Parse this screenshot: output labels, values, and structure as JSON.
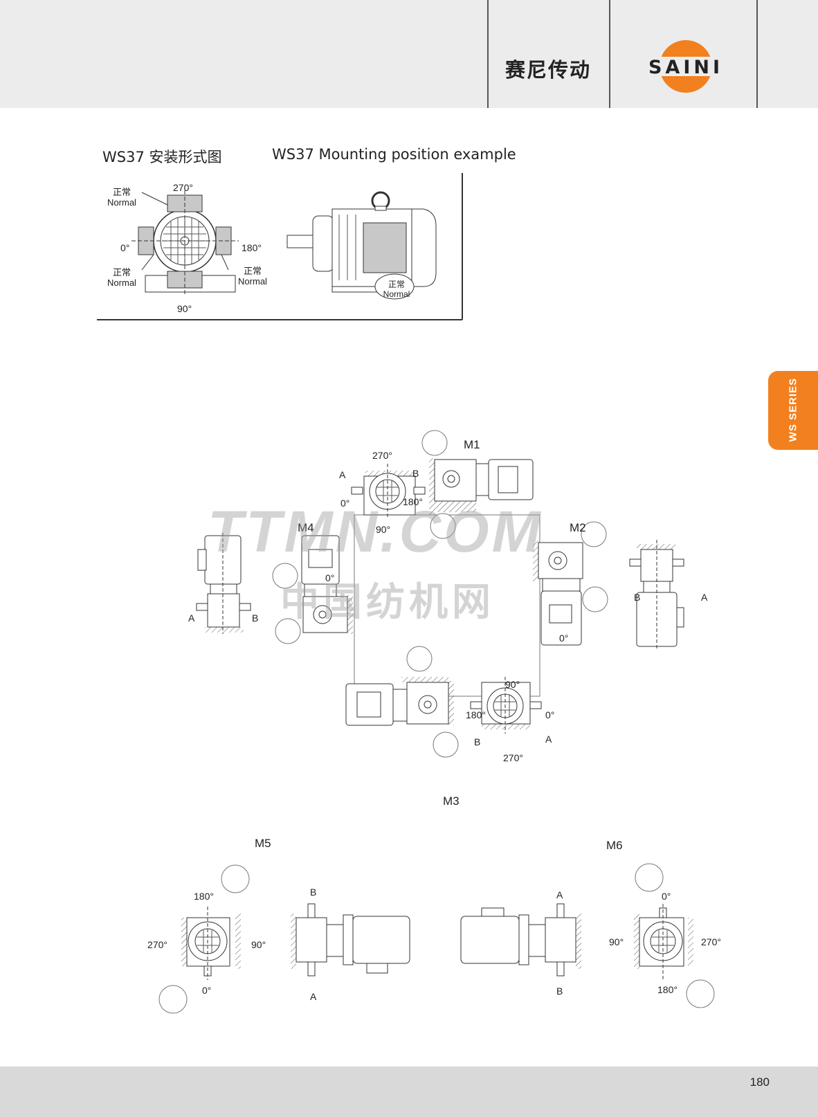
{
  "header": {
    "brand_cn": "赛尼传动",
    "logo_text": "SAINI",
    "accent_color": "#f2801f"
  },
  "side_tab": {
    "label": "WS SERIES"
  },
  "section": {
    "title_cn": "WS37 安装形式图",
    "title_en": "WS37 Mounting position example"
  },
  "example": {
    "top_angle": "270°",
    "left_angle": "0°",
    "right_angle": "180°",
    "bottom_angle": "90°",
    "normal_cn": "正常",
    "normal_en": "Normal"
  },
  "positions": {
    "m1": {
      "label": "M1",
      "top": "270°",
      "left": "0°",
      "right": "180°",
      "bottom": "90°",
      "shaft_a": "A",
      "shaft_b": "B"
    },
    "m2": {
      "label": "M2",
      "shaft_a": "A",
      "shaft_b": "B",
      "motor_angle": "0°"
    },
    "m3": {
      "label": "M3",
      "top": "90°",
      "left": "180°",
      "right": "0°",
      "bottom": "270°",
      "shaft_a": "A",
      "shaft_b": "B"
    },
    "m4": {
      "label": "M4",
      "shaft_a": "A",
      "shaft_b": "B",
      "motor_angle": "0°"
    },
    "m5": {
      "label": "M5",
      "top": "180°",
      "left": "270°",
      "right": "90°",
      "bottom": "0°",
      "shaft_a": "A",
      "shaft_b": "B"
    },
    "m6": {
      "label": "M6",
      "top": "0°",
      "left": "90°",
      "right": "270°",
      "bottom": "180°",
      "shaft_a": "A",
      "shaft_b": "B"
    }
  },
  "watermark": {
    "text_en": "TTMN.COM",
    "text_cn": "中国纺机网"
  },
  "footer": {
    "page_number": "180"
  }
}
